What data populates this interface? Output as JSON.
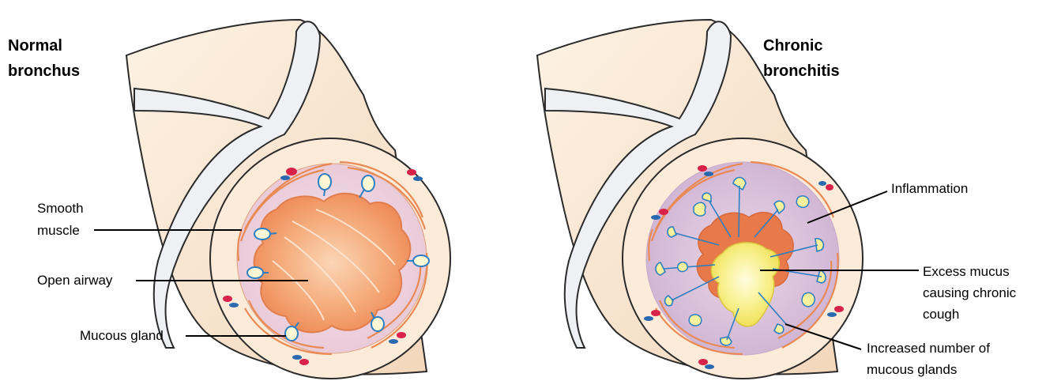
{
  "left_panel": {
    "title_line1": "Normal",
    "title_line2": "bronchus",
    "labels": {
      "smooth_muscle_line1": "Smooth",
      "smooth_muscle_line2": "muscle",
      "open_airway": "Open airway",
      "mucous_gland": "Mucous gland"
    }
  },
  "right_panel": {
    "title_line1": "Chronic",
    "title_line2": "bronchitis",
    "labels": {
      "inflammation": "Inflammation",
      "excess_mucus_line1": "Excess mucus",
      "excess_mucus_line2": "causing chronic",
      "excess_mucus_line3": "cough",
      "glands_line1": "Increased number of",
      "glands_line2": "mucous glands"
    }
  },
  "colors": {
    "tube": "#fcebd8",
    "tube_shade": "#f6dcc2",
    "band": "#eef0f4",
    "wall_ring": "#f9e2cc",
    "submucosa": "#f4dcd7",
    "lumen_purple": "#dcc8df",
    "airway_orange": "#f2a06c",
    "mucus_yellow": "#f5ee8a",
    "inflamed_orange": "#e87d4f",
    "red_cell": "#d8224a",
    "blue_cell": "#2a68b0"
  }
}
